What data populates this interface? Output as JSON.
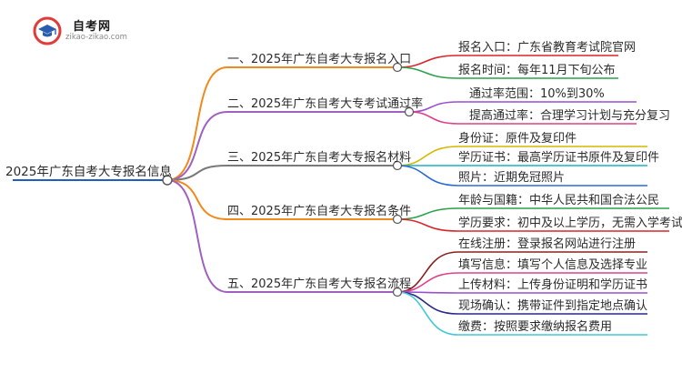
{
  "logo": {
    "name": "自考网",
    "url": "zikao-zikao.com",
    "icon": "graduation-cap-icon"
  },
  "root": {
    "label": "2025年广东自考大专报名信息"
  },
  "branches": [
    {
      "label": "一、2025年广东自考大专报名入口",
      "color": "#f08a1c",
      "leaves": [
        {
          "label": "报名入口：广东省教育考试院官网",
          "color": "#d9262a"
        },
        {
          "label": "报名时间：每年11月下旬公布",
          "color": "#2aa14a"
        }
      ]
    },
    {
      "label": "二、2025年广东自考大专考试通过率",
      "color": "#a060c0",
      "leaves": [
        {
          "label": "通过率范围：10%到30%",
          "color": "#9a4fd0"
        },
        {
          "label": "提高通过率：合理学习计划与充分复习",
          "color": "#e0408a"
        }
      ]
    },
    {
      "label": "三、2025年广东自考大专报名材料",
      "color": "#7a7a7a",
      "leaves": [
        {
          "label": "身份证：原件及复印件",
          "color": "#d4b800"
        },
        {
          "label": "学历证书：最高学历证书原件及复印件",
          "color": "#1ab0c8"
        },
        {
          "label": "照片：近期免冠照片",
          "color": "#2a6ad6"
        }
      ]
    },
    {
      "label": "四、2025年广东自考大专报名条件",
      "color": "#f08a1c",
      "leaves": [
        {
          "label": "年龄与国籍：中华人民共和国合法公民",
          "color": "#2aa14a"
        },
        {
          "label": "学历要求：初中及以上学历，无需入学考试",
          "color": "#d9262a"
        }
      ]
    },
    {
      "label": "五、2025年广东自考大专报名流程",
      "color": "#a060c0",
      "leaves": [
        {
          "label": "在线注册：登录报名网站进行注册",
          "color": "#8a2020"
        },
        {
          "label": "填写信息：填写个人信息及选择专业",
          "color": "#e0408a"
        },
        {
          "label": "上传材料：上传身份证明和学历证书",
          "color": "#9a4fd0"
        },
        {
          "label": "现场确认：携带证件到指定地点确认",
          "color": "#2a2a8a"
        },
        {
          "label": "缴费：按照要求缴纳报名费用",
          "color": "#40c8d8"
        }
      ]
    }
  ],
  "root_color": "#1f5fbf"
}
